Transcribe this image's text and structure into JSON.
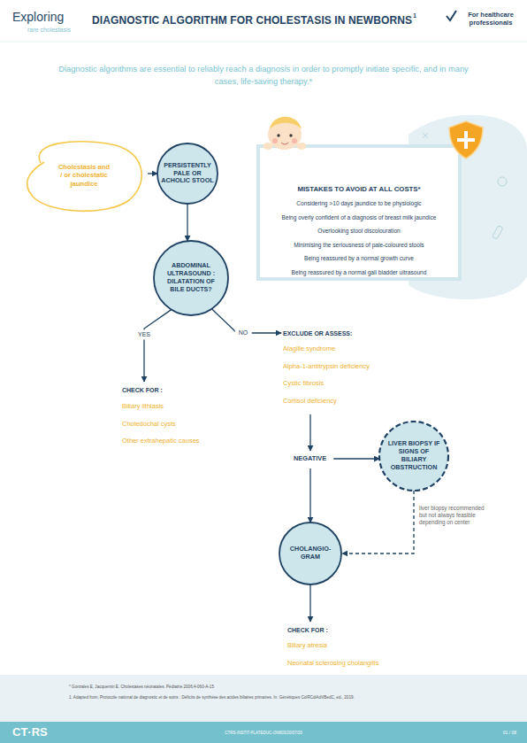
{
  "diagram": {
    "title": "DIAGNOSTIC ALGORITHM FOR CHOLESTASIS IN NEWBORNS",
    "nodes": [
      {
        "text": [
          "Cholestasis and / or cholestatic jaundice"
        ]
      },
      {
        "text": [
          "PERSISTENTLY PALE OR ACHOLIC STOOL"
        ]
      },
      {
        "text": [
          "MISTAKES TO AVOID AT ALL COSTS*",
          "Considering >10 days jaundice to be physiologic",
          "Being overly confident of a diagnosis of breast milk jaundice",
          "Overlooking stool discolouration",
          "Minimising the seriousness of pale-coloured stools",
          "Being reassured by a normal growth curve",
          "Being reassured by a normal gall bladder ultrasound"
        ]
      },
      {
        "text": [
          "ABDOMINAL ULTRASOUND : DILATATION OF BILE DUCTS?"
        ]
      },
      {
        "text": [
          "CHECK FOR :",
          "Biliary lithiasis",
          "Choledochal cysts",
          "Other extrahepatic causes"
        ]
      },
      {
        "text": [
          "EXCLUDE OR ASSESS:",
          "Alagille syndrome",
          "Alpha-1-antitrypsin deficiency",
          "Cystic fibrosis",
          "Cortisol deficiency"
        ]
      },
      {
        "text": [
          "NEGATIVE"
        ]
      },
      {
        "text": [
          "LIVER BIOPSY IF SIGNS OF BILIARY OBSTRUCTION"
        ]
      },
      {
        "text": [
          "CHOLANGIO-GRAM"
        ]
      },
      {
        "text": [
          "CHECK FOR :",
          "Biliary atresia",
          "Neonatal sclerosing cholangitis"
        ]
      }
    ],
    "edges": [
      {
        "from": 0,
        "to": 1,
        "arrow": "to"
      },
      {
        "from": 1,
        "to": 3,
        "arrow": "to"
      },
      {
        "from": 3,
        "to": 4,
        "label": "YES",
        "arrow": "to"
      },
      {
        "from": 3,
        "to": 5,
        "label": "NO",
        "arrow": "to"
      },
      {
        "from": 5,
        "to": 6,
        "arrow": "to"
      },
      {
        "from": 6,
        "to": 7,
        "arrow": "to"
      },
      {
        "from": 6,
        "to": 8,
        "arrow": "to"
      },
      {
        "from": 7,
        "to": 8,
        "label": "liver biopsy recommended but not always feasible depending on center",
        "arrow": "to"
      },
      {
        "from": 8,
        "to": 9,
        "arrow": "to"
      }
    ],
    "labels": [
      "Exploring",
      "rare cholestasis",
      "1",
      "For healthcare professionals",
      "Diagnostic algorithms are essential to reliably reach a diagnosis in order to promptly initiate specific, and in many cases, life-saving therapy.*",
      "* Gonzales E, Jacquemin E. Cholestases néonatales. Pédiatrie 2006;4-060-A-15",
      "1. Adapted from; Protocole national de diagnostic et de soins : Déficits de synthèse des acides biliaires primaires. In: Génétiques ColRCdiAdVBedC, ed., 2019.",
      "CT·RS",
      "CTRS-INSTIT-PLATEDUC-ON603/20/07/20",
      "01 / 08"
    ]
  }
}
